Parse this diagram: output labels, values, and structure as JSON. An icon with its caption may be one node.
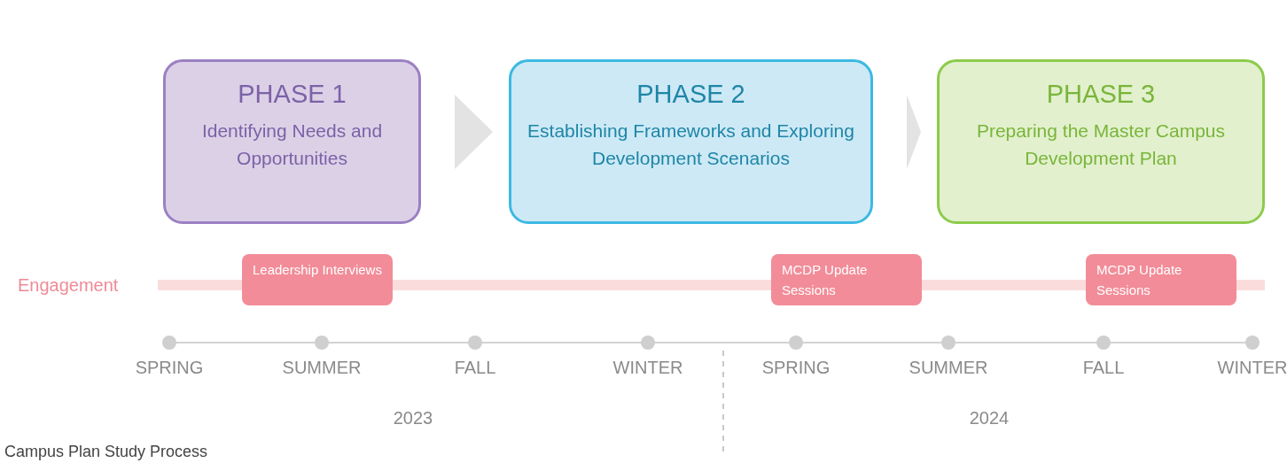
{
  "diagram": {
    "caption": "Campus Plan Study Process",
    "nodes": [
      {
        "text": [
          "PHASE 1",
          "Identifying Needs and Opportunities"
        ]
      },
      {
        "text": [
          "PHASE 2",
          "Establishing Frameworks and Exploring Development Scenarios"
        ]
      },
      {
        "text": [
          "PHASE 3",
          "Preparing the Master Campus Development Plan"
        ]
      },
      {
        "text": [
          "Leadership Interviews"
        ]
      },
      {
        "text": [
          "MCDP Update Sessions"
        ]
      },
      {
        "text": [
          "MCDP Update Sessions"
        ]
      }
    ],
    "edges": [
      {
        "from": 0,
        "to": 1,
        "arrow": "to"
      },
      {
        "from": 1,
        "to": 2,
        "arrow": "to"
      }
    ],
    "labels": [
      "Engagement",
      "SPRING",
      "SUMMER",
      "FALL",
      "WINTER",
      "SPRING",
      "SUMMER",
      "FALL",
      "WINTER",
      "2023",
      "2024"
    ]
  }
}
